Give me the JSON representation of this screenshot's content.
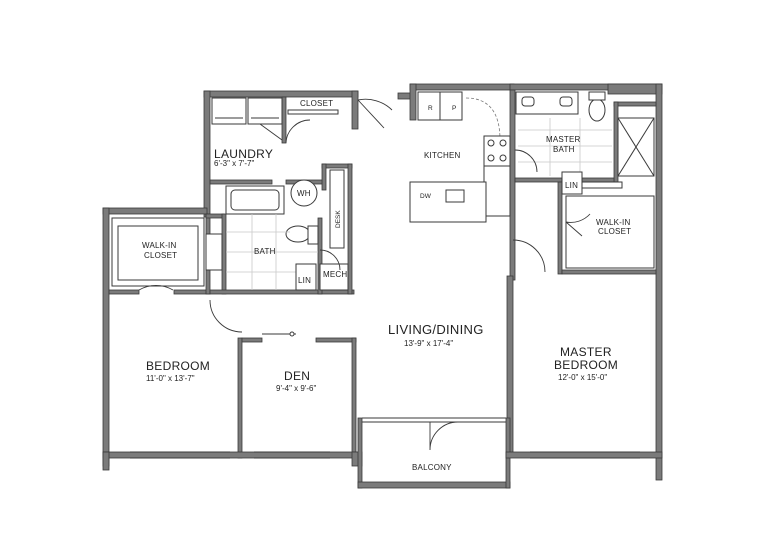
{
  "rooms": {
    "laundry": {
      "label": "LAUNDRY",
      "dims": "6'-3\" x 7'-7\""
    },
    "closet_top": {
      "label": "CLOSET"
    },
    "kitchen": {
      "label": "KITCHEN"
    },
    "master_bath": {
      "label_line1": "MASTER",
      "label_line2": "BATH"
    },
    "wh": {
      "label": "WH"
    },
    "desk": {
      "label": "DESK"
    },
    "bath": {
      "label": "BATH"
    },
    "lin_bath": {
      "label": "LIN"
    },
    "mech": {
      "label": "MECH"
    },
    "lin_master": {
      "label": "LIN"
    },
    "walkin_master": {
      "label_line1": "WALK-IN",
      "label_line2": "CLOSET"
    },
    "walkin_bedroom": {
      "label_line1": "WALK-IN",
      "label_line2": "CLOSET"
    },
    "living": {
      "label": "LIVING/DINING",
      "dims": "13'-9\" x 17'-4\""
    },
    "bedroom": {
      "label": "BEDROOM",
      "dims": "11'-0\" x 13'-7\""
    },
    "den": {
      "label": "DEN",
      "dims": "9'-4\" x 9'-6\""
    },
    "master_bedroom": {
      "label_line1": "MASTER",
      "label_line2": "BEDROOM",
      "dims": "12'-0\" x 15'-0\""
    },
    "balcony": {
      "label": "BALCONY"
    }
  },
  "appliances": {
    "refrigerator": "R",
    "pantry": "P",
    "dishwasher": "DW"
  },
  "colors": {
    "wall": "#7b7b7b",
    "outline": "#3a3a3a",
    "tile": "#c8c8c8"
  }
}
